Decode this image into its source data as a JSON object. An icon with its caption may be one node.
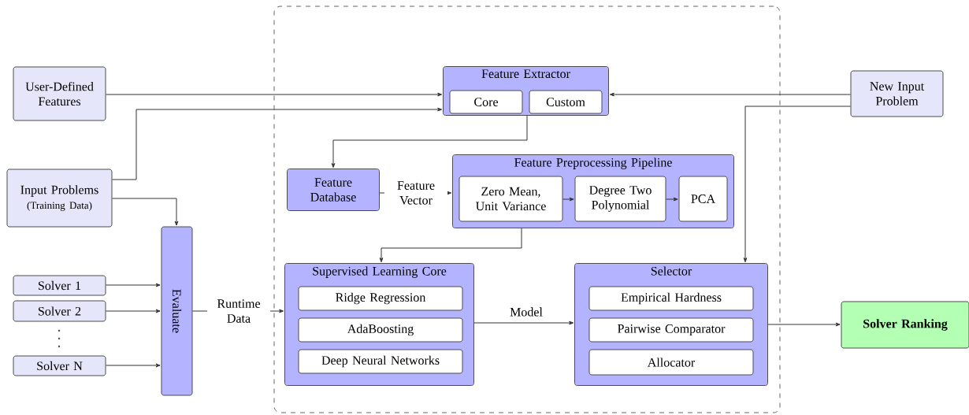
{
  "diagram": {
    "nodes": [
      {
        "text": [],
        "shape": "box"
      },
      {
        "text": [
          "User-Defined Features"
        ]
      },
      {
        "text": [
          "Input Problems",
          "(Training Data)"
        ]
      },
      {
        "text": [
          "Solver 1"
        ]
      },
      {
        "text": [
          "Solver 2"
        ]
      },
      {
        "text": [
          "Solver N"
        ]
      },
      {
        "text": [
          "Evaluate"
        ]
      },
      {
        "text": [
          "Feature Extractor"
        ],
        "in": 0
      },
      {
        "text": [
          "Core"
        ],
        "in": 7
      },
      {
        "text": [
          "Custom"
        ],
        "in": 7
      },
      {
        "text": [
          "New Input Problem"
        ]
      },
      {
        "text": [
          "Feature Database"
        ],
        "in": 0
      },
      {
        "text": [
          "Feature Preprocessing Pipeline"
        ],
        "in": 0
      },
      {
        "text": [
          "Zero Mean, Unit Variance"
        ],
        "in": 12
      },
      {
        "text": [
          "Degree Two Polynomial"
        ],
        "in": 12
      },
      {
        "text": [
          "PCA"
        ],
        "in": 12
      },
      {
        "text": [
          "Supervised Learning Core"
        ],
        "in": 0
      },
      {
        "text": [
          "Ridge Regression"
        ],
        "in": 16
      },
      {
        "text": [
          "AdaBoosting"
        ],
        "in": 16
      },
      {
        "text": [
          "Deep Neural Networks"
        ],
        "in": 16
      },
      {
        "text": [
          "Selector"
        ],
        "in": 0
      },
      {
        "text": [
          "Empirical Hardness"
        ],
        "in": 20
      },
      {
        "text": [
          "Pairwise Comparator"
        ],
        "in": 20
      },
      {
        "text": [
          "Allocator"
        ],
        "in": 20
      },
      {
        "text": [
          "Solver Ranking"
        ]
      }
    ],
    "edges": [
      {
        "from": 1,
        "to": 7,
        "arrow": "to"
      },
      {
        "from": 2,
        "to": 7,
        "arrow": "to"
      },
      {
        "from": 2,
        "to": 6,
        "arrow": "to"
      },
      {
        "from": 10,
        "to": 7,
        "arrow": "to"
      },
      {
        "from": 10,
        "to": 20,
        "arrow": "to"
      },
      {
        "from": 7,
        "to": 11,
        "arrow": "to"
      },
      {
        "from": 11,
        "to": 12,
        "arrow": "to",
        "label": "Feature Vector"
      },
      {
        "from": 13,
        "to": 14,
        "arrow": "to"
      },
      {
        "from": 14,
        "to": 15,
        "arrow": "to"
      },
      {
        "from": 12,
        "to": 16,
        "arrow": "to"
      },
      {
        "from": 3,
        "to": 6,
        "arrow": "to"
      },
      {
        "from": 4,
        "to": 6,
        "arrow": "to"
      },
      {
        "from": 5,
        "to": 6,
        "arrow": "to"
      },
      {
        "from": 6,
        "to": 16,
        "arrow": "to",
        "label": "Runtime Data"
      },
      {
        "from": 16,
        "to": 20,
        "arrow": "to",
        "label": "Model"
      },
      {
        "from": 20,
        "to": 24,
        "arrow": "to"
      }
    ]
  }
}
